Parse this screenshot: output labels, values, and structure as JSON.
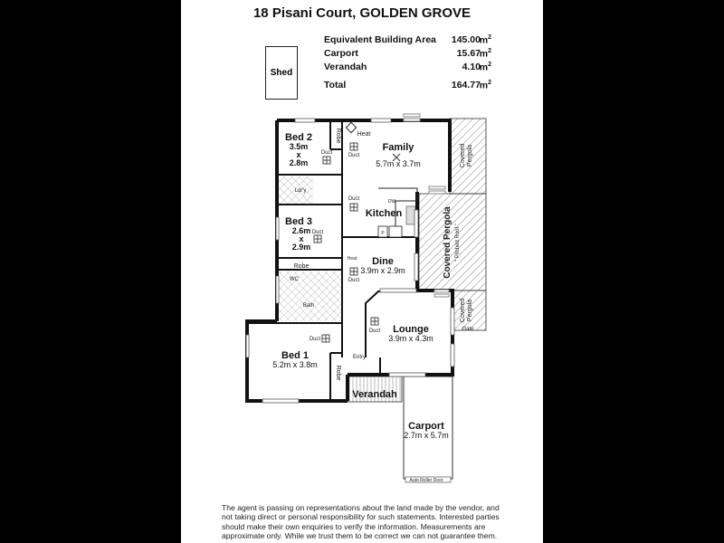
{
  "title": "18 Pisani Court, GOLDEN GROVE",
  "areas": [
    {
      "label": "Equivalent Building Area",
      "value": "145.00",
      "unit": "m",
      "sup": "2"
    },
    {
      "label": "Carport",
      "value": "15.67",
      "unit": "m",
      "sup": "2"
    },
    {
      "label": "Verandah",
      "value": "4.10",
      "unit": "m",
      "sup": "2"
    },
    {
      "label": "Total",
      "value": "164.77",
      "unit": "m",
      "sup": "2"
    }
  ],
  "shed": {
    "label": "Shed"
  },
  "rooms": {
    "bed2": {
      "name": "Bed 2",
      "dim1": "3.5m",
      "x": "x",
      "dim2": "2.8m"
    },
    "family": {
      "name": "Family",
      "dims": "5.7m x 3.7m"
    },
    "bed3": {
      "name": "Bed 3",
      "dim1": "2.6m",
      "x": "x",
      "dim2": "2.9m"
    },
    "kitchen": {
      "name": "Kitchen"
    },
    "dine": {
      "name": "Dine",
      "dims": "3.9m x 2.9m"
    },
    "lounge": {
      "name": "Lounge",
      "dims": "3.9m x 4.3m"
    },
    "bed1": {
      "name": "Bed 1",
      "dims": "5.2m x 3.8m"
    },
    "verandah": {
      "name": "Verandah"
    },
    "carport": {
      "name": "Carport",
      "dims": "2.7m x 5.7m"
    }
  },
  "labels": {
    "robe": "Robe",
    "duct": "Duct",
    "heat": "Heat",
    "laundry": "Ldr'y",
    "wc": "WC",
    "bath": "Bath",
    "entry": "Entry",
    "dw": "DW",
    "pantry": "P",
    "gate": "Gate",
    "covered": "Covered",
    "pergola": "Pergola",
    "covered_pergola": "Covered Pergola",
    "pitched_roof": "\" Pitched Roof \"",
    "auto_roller_door": "Auto Roller Door"
  },
  "disclaimer": "The agent is passing on representations about the land made by the vendor, and not taking direct or personal responsibility for such statements. Interested parties should make their own enquiries to verify the information. Measurements are approximate only. While we trust them to be correct we can not guarantee them."
}
